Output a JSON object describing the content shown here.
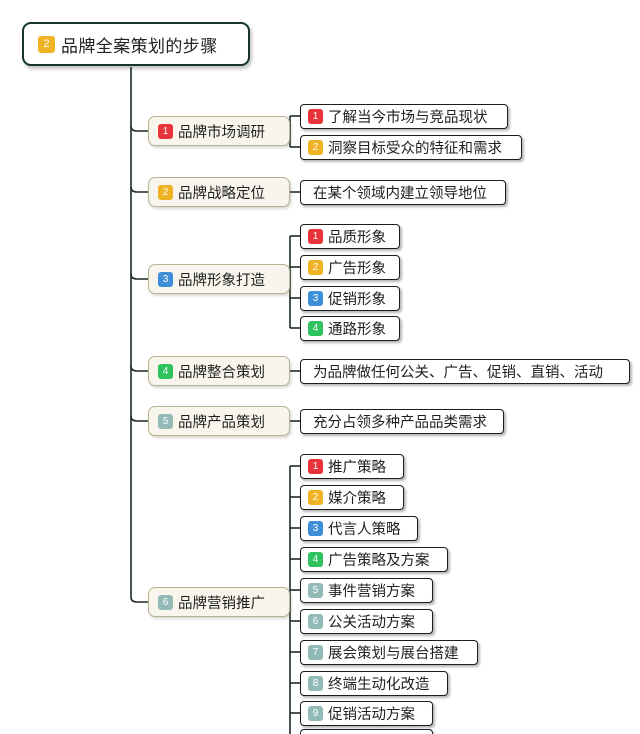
{
  "diagram": {
    "type": "mindmap",
    "orientation": "left-to-right",
    "palette": {
      "badge_red": "#e8333a",
      "badge_orange": "#f0b323",
      "badge_blue": "#3e8fd8",
      "badge_green": "#2ec35e",
      "badge_teal": "#92bbb8",
      "root_border": "#17332c",
      "level2_fill": "#f8f6ec",
      "level2_border": "#b8b293",
      "leaf_border": "#1d1d1d",
      "connector": "#1d2b26",
      "canvas": "#ffffff"
    }
  },
  "root": {
    "badge": "2",
    "badge_color": "orange",
    "label": "品牌全案策划的步骤"
  },
  "branches": [
    {
      "badge": "1",
      "badge_color": "red",
      "label": "品牌市场调研",
      "children": [
        {
          "badge": "1",
          "badge_color": "red",
          "label": "了解当今市场与竞品现状"
        },
        {
          "badge": "2",
          "badge_color": "orange",
          "label": "洞察目标受众的特征和需求"
        }
      ]
    },
    {
      "badge": "2",
      "badge_color": "orange",
      "label": "品牌战略定位",
      "children": [
        {
          "badge": "",
          "badge_color": "none",
          "label": "在某个领域内建立领导地位"
        }
      ]
    },
    {
      "badge": "3",
      "badge_color": "blue",
      "label": "品牌形象打造",
      "children": [
        {
          "badge": "1",
          "badge_color": "red",
          "label": "品质形象"
        },
        {
          "badge": "2",
          "badge_color": "orange",
          "label": "广告形象"
        },
        {
          "badge": "3",
          "badge_color": "blue",
          "label": "促销形象"
        },
        {
          "badge": "4",
          "badge_color": "green",
          "label": "通路形象"
        }
      ]
    },
    {
      "badge": "4",
      "badge_color": "green",
      "label": "品牌整合策划",
      "children": [
        {
          "badge": "",
          "badge_color": "none",
          "label": "为品牌做任何公关、广告、促销、直销、活动"
        }
      ]
    },
    {
      "badge": "5",
      "badge_color": "teal",
      "label": "品牌产品策划",
      "children": [
        {
          "badge": "",
          "badge_color": "none",
          "label": "充分占领多种产品品类需求"
        }
      ]
    },
    {
      "badge": "6",
      "badge_color": "teal",
      "label": "品牌营销推广",
      "children": [
        {
          "badge": "1",
          "badge_color": "red",
          "label": "推广策略"
        },
        {
          "badge": "2",
          "badge_color": "orange",
          "label": "媒介策略"
        },
        {
          "badge": "3",
          "badge_color": "blue",
          "label": "代言人策略"
        },
        {
          "badge": "4",
          "badge_color": "green",
          "label": "广告策略及方案"
        },
        {
          "badge": "5",
          "badge_color": "teal",
          "label": "事件营销方案"
        },
        {
          "badge": "6",
          "badge_color": "teal",
          "label": "公关活动方案"
        },
        {
          "badge": "7",
          "badge_color": "teal",
          "label": "展会策划与展台搭建"
        },
        {
          "badge": "8",
          "badge_color": "teal",
          "label": "终端生动化改造"
        },
        {
          "badge": "9",
          "badge_color": "teal",
          "label": "促销活动方案"
        },
        {
          "badge": "",
          "badge_color": "none",
          "label": ""
        }
      ]
    }
  ]
}
